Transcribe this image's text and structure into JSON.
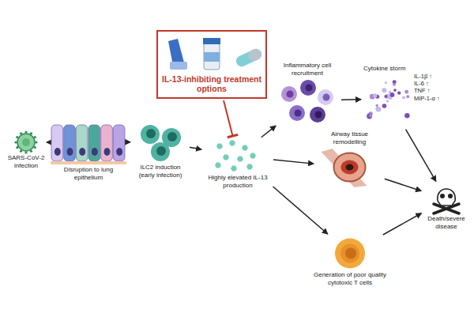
{
  "diagram": {
    "nodes": [
      {
        "text": [
          "SARS-CoV-2 infection"
        ]
      },
      {
        "text": [
          "Disruption to lung epithelium"
        ]
      },
      {
        "text": [
          "ILC2 induction (early infection)"
        ]
      },
      {
        "text": [
          "IL-13-inhibiting treatment options"
        ]
      },
      {
        "text": [
          "Highly elevated IL-13 production"
        ]
      },
      {
        "text": [
          "Inflammatory cell recruitment"
        ]
      },
      {
        "text": [
          "Cytokine storm",
          "IL-1β ↑",
          "IL-6 ↑",
          "TNF ↑",
          "MIP-1-α ↑"
        ]
      },
      {
        "text": [
          "Airway tissue remodelling"
        ]
      },
      {
        "text": [
          "Generation of poor quality cytotoxic T cells"
        ]
      },
      {
        "text": [
          "Death/severe disease"
        ]
      }
    ],
    "edges": [
      {
        "from": 0,
        "to": 1,
        "arrow": "to"
      },
      {
        "from": 1,
        "to": 2,
        "arrow": "to"
      },
      {
        "from": 2,
        "to": 4,
        "arrow": "to"
      },
      {
        "from": 3,
        "to": 4,
        "arrow": "to"
      },
      {
        "from": 4,
        "to": 5,
        "arrow": "to"
      },
      {
        "from": 4,
        "to": 7,
        "arrow": "to"
      },
      {
        "from": 4,
        "to": 8,
        "arrow": "to"
      },
      {
        "from": 5,
        "to": 6,
        "arrow": "to"
      },
      {
        "from": 6,
        "to": 9,
        "arrow": "to"
      },
      {
        "from": 7,
        "to": 9,
        "arrow": "to"
      },
      {
        "from": 8,
        "to": 9,
        "arrow": "to"
      }
    ]
  }
}
